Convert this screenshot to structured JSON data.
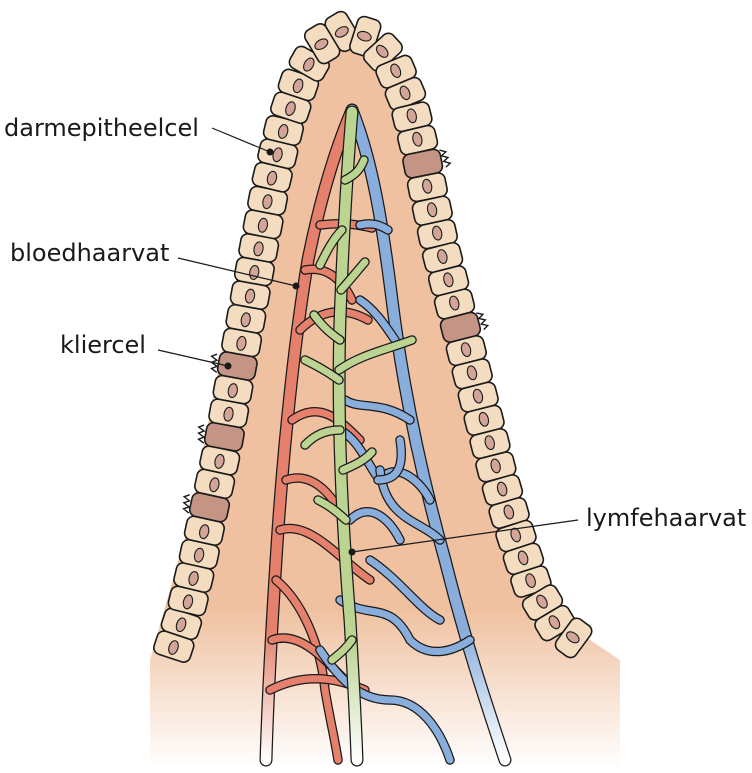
{
  "labels": {
    "darmepitheelcel": "darmepitheelcel",
    "bloedhaarvat": "bloedhaarvat",
    "kliercel": "kliercel",
    "lymfehaarvat": "lymfehaarvat"
  },
  "colors": {
    "background": "#ffffff",
    "tissue": "#efc1a0",
    "cell_fill": "#f3dcc0",
    "nucleus": "#d2a598",
    "gland_cell": "#c49484",
    "blood_vessel": "#e4806c",
    "lymph_vessel": "#bcd492",
    "vein": "#8aaedb",
    "outline": "#1a1a1a"
  }
}
